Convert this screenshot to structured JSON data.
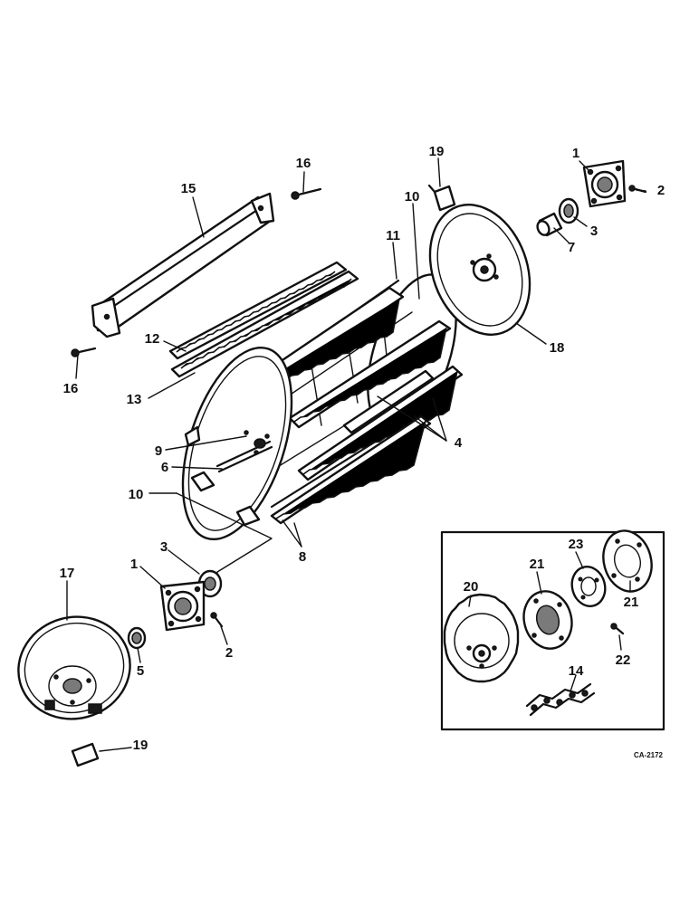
{
  "callouts": {
    "c1_top": "1",
    "c2_top": "2",
    "c3_top": "3",
    "c7": "7",
    "c19_top": "19",
    "c16_top": "16",
    "c15": "15",
    "c10_top": "10",
    "c11": "11",
    "c18": "18",
    "c12": "12",
    "c16_left": "16",
    "c13": "13",
    "c4": "4",
    "c9": "9",
    "c6": "6",
    "c10_left": "10",
    "c8": "8",
    "c3_bottom": "3",
    "c1_bottom": "1",
    "c2_bottom": "2",
    "c5": "5",
    "c17": "17",
    "c19_bottom": "19",
    "c23": "23",
    "c21_left": "21",
    "c21_right": "21",
    "c20": "20",
    "c22": "22",
    "c14": "14"
  },
  "drawing_code": "CA-2172"
}
